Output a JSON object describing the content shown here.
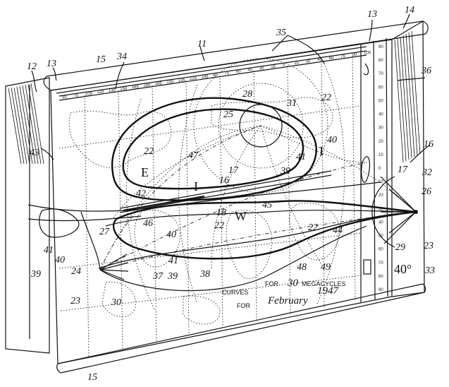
{
  "reference_numerals": {
    "n11": "11",
    "n12": "12",
    "n13a": "13",
    "n13b": "13",
    "n14": "14",
    "n15a": "15",
    "n15b": "15",
    "n16a": "16",
    "n16b": "16",
    "n17a": "17",
    "n17b": "17",
    "n18": "18",
    "n22a": "22",
    "n22b": "22",
    "n22c": "22",
    "n22d": "22",
    "n23a": "23",
    "n23b": "23",
    "n24": "24",
    "n25": "25",
    "n26": "26",
    "n27": "27",
    "n28": "28",
    "n29": "29",
    "n30": "30",
    "n31": "31",
    "n32": "32",
    "n33": "33",
    "n34": "34",
    "n35": "35",
    "n36": "36",
    "n37": "37",
    "n38": "38",
    "n39a": "39",
    "n39b": "39",
    "n39c": "39",
    "n40a": "40",
    "n40b": "40",
    "n40c": "40",
    "n41a": "41",
    "n41b": "41",
    "n41c": "41",
    "n42": "42",
    "n43": "43",
    "n44": "44",
    "n45": "45",
    "n46": "46",
    "n47": "47",
    "n48": "48",
    "n49": "49"
  },
  "zone_letters": {
    "e": "E",
    "i_upper": "I",
    "i_lower": "I",
    "w": "W"
  },
  "chart_caption": {
    "line1": "CURVES",
    "line2": "FOR",
    "for_label": "FOR",
    "freq_value": "30",
    "freq_unit": "MEGACYCLES",
    "month": "February",
    "year": "1947"
  },
  "dial_reading": "40°",
  "scale_ticks": [
    "50",
    "75",
    "105",
    "120",
    "135",
    "150",
    "165",
    "180",
    "165",
    "150",
    "135",
    "120",
    "105",
    "90",
    "75",
    "60",
    "45",
    "30",
    "15",
    "0",
    "15",
    "30",
    "45",
    "60",
    "75",
    "90",
    "105"
  ],
  "side_scale": [
    "90",
    "80",
    "70",
    "60",
    "50",
    "40",
    "30",
    "20",
    "10",
    "0",
    "10",
    "20",
    "30",
    "40",
    "50",
    "60",
    "70",
    "80",
    "90"
  ]
}
